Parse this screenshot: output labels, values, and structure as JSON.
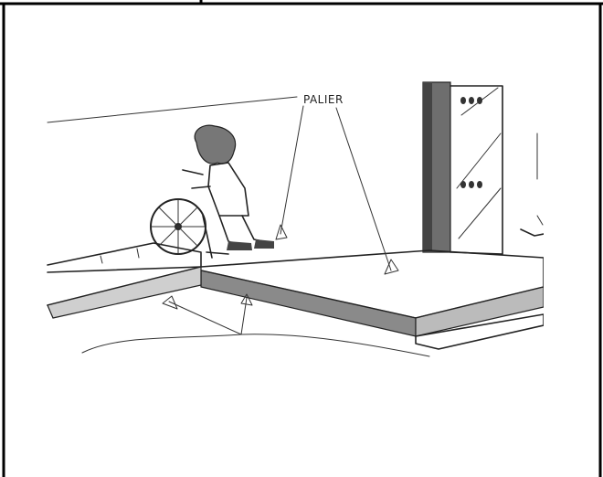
{
  "illustration": {
    "label": "PALIER",
    "icons": [
      "wheelchair-user",
      "access-ramp",
      "landing-platform",
      "glass-door"
    ]
  }
}
